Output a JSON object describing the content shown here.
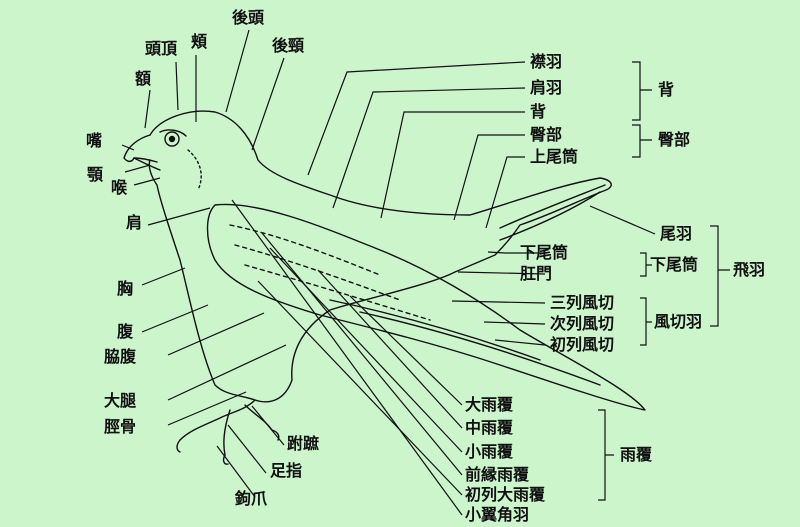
{
  "colors": {
    "background": "#ccf5cc",
    "ink": "#111111"
  },
  "labels": {
    "toucho": "頭頂",
    "hoo": "頬",
    "koutou": "後頭",
    "koukei": "後頸",
    "gaku": "額",
    "kuchibashi": "嘴",
    "agi": "顎",
    "nodo": "喉",
    "kata": "肩",
    "mune": "胸",
    "hara": "腹",
    "wakibara": "脇腹",
    "daitai": "大腿",
    "keikotsu": "脛骨",
    "fusho": "跗蹠",
    "ashiyubi": "足指",
    "kagitsume": "鉤爪",
    "eriba": "襟羽",
    "kataba": "肩羽",
    "se": "背",
    "denbu": "臀部",
    "uwaodutsu": "上尾筒",
    "oba": "尾羽",
    "shitaodutsu": "下尾筒",
    "komon": "肛門",
    "sanretsu": "三列風切",
    "jiretsu": "次列風切",
    "shoretsu": "初列風切",
    "daiuou": "大雨覆",
    "chuuou": "中雨覆",
    "shouuou": "小雨覆",
    "zenen": "前縁雨覆",
    "shoretsudai": "初列大雨覆",
    "shouyoku": "小翼角羽",
    "g_se": "背",
    "g_denbu": "臀部",
    "g_shitaodutsu": "下尾筒",
    "g_kazakiri": "風切羽",
    "g_hiu": "飛羽",
    "g_amaooi": "雨覆"
  }
}
